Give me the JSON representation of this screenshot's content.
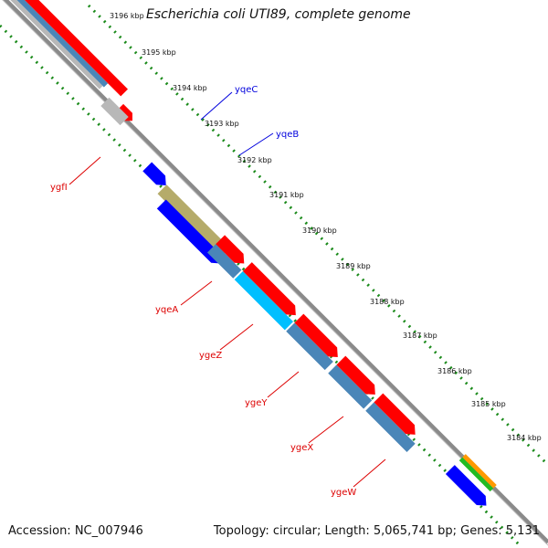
{
  "title": "Escherichia coli UTI89, complete genome",
  "footer": {
    "accession": "Accession: NC_007946",
    "summary": "Topology: circular; Length: 5,065,741 bp; Genes: 5,131"
  },
  "kbp_ticks": [
    "3196 kbp",
    "3195 kbp",
    "3194 kbp",
    "3193 kbp",
    "3192 kbp",
    "3191 kbp",
    "3190 kbp",
    "3189 kbp",
    "3188 kbp",
    "3187 kbp",
    "3186 kbp",
    "3185 kbp",
    "3184 kbp"
  ],
  "gene_labels": [
    {
      "text": "yqeC",
      "color": "#0000dd"
    },
    {
      "text": "yqeB",
      "color": "#0000dd"
    },
    {
      "text": "ygfI",
      "color": "#dd0000"
    },
    {
      "text": "yqeA",
      "color": "#dd0000"
    },
    {
      "text": "ygeZ",
      "color": "#dd0000"
    },
    {
      "text": "ygeY",
      "color": "#dd0000"
    },
    {
      "text": "ygeX",
      "color": "#dd0000"
    },
    {
      "text": "ygeW",
      "color": "#dd0000"
    }
  ],
  "colors": {
    "backbone": "#8a8a8a",
    "red": "#ff0000",
    "blue": "#0000ff",
    "steel": "#4a86b8",
    "cyan": "#00bfff",
    "olive": "#b5ab6a",
    "grey": "#b8b8b8",
    "green": "#22bb22",
    "orange": "#ff9900",
    "tick": "#1a8a1a"
  }
}
